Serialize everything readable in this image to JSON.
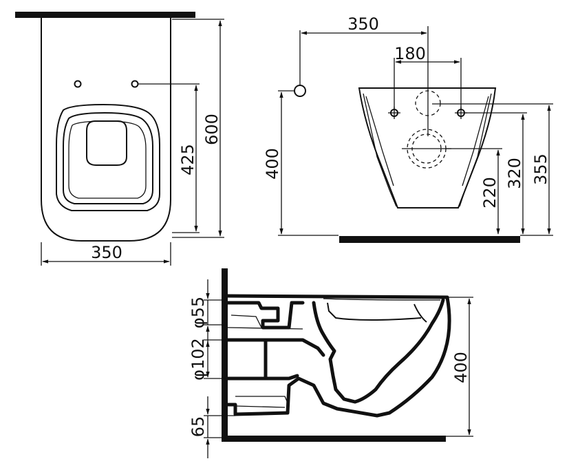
{
  "top_view": {
    "width_label": "350",
    "hole_depth_label": "425",
    "depth_label": "600"
  },
  "front_view": {
    "width_label": "350",
    "hole_spacing_label": "180",
    "inlet_height_label": "400",
    "outlet_height_label": "220",
    "hole_height_label": "320",
    "top_height_label": "355"
  },
  "side_view": {
    "inlet_diameter_label": "φ55",
    "outlet_diameter_label": "φ102",
    "floor_gap_label": "65",
    "height_label": "400"
  }
}
